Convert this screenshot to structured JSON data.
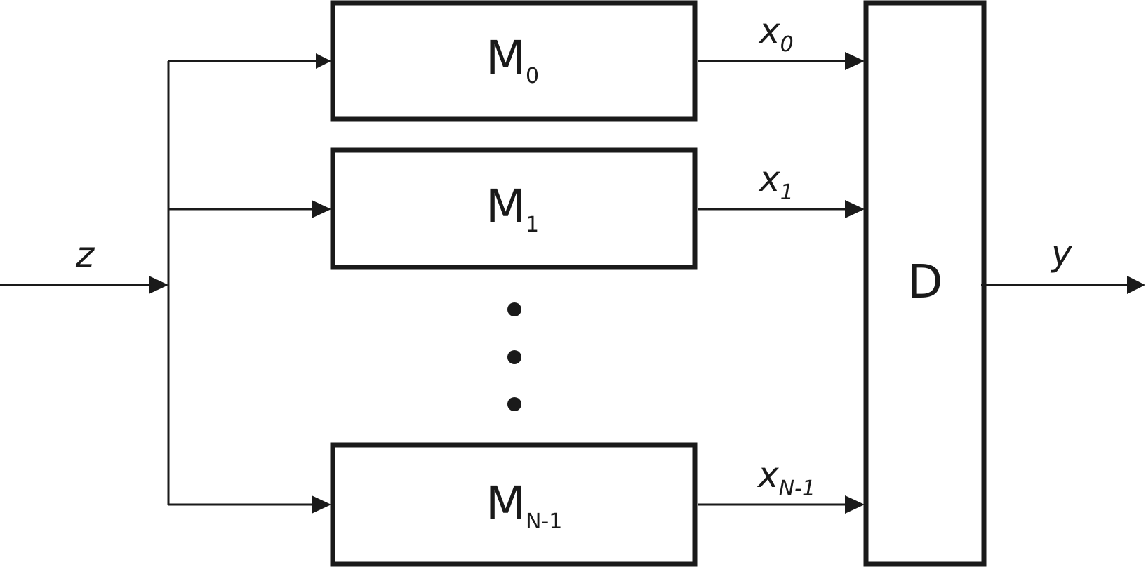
{
  "diagram": {
    "input_signal": "z",
    "output_signal": "y",
    "blocks": {
      "m0": {
        "name": "M",
        "sub": "0"
      },
      "m1": {
        "name": "M",
        "sub": "1"
      },
      "mn": {
        "name": "M",
        "sub": "N-1"
      },
      "d": {
        "name": "D"
      }
    },
    "signals": {
      "x0": {
        "name": "x",
        "sub": "0"
      },
      "x1": {
        "name": "x",
        "sub": "1"
      },
      "xn": {
        "name": "x",
        "sub": "N-1"
      }
    },
    "colors": {
      "stroke": "#1a1a1a",
      "background": "#ffffff"
    }
  }
}
